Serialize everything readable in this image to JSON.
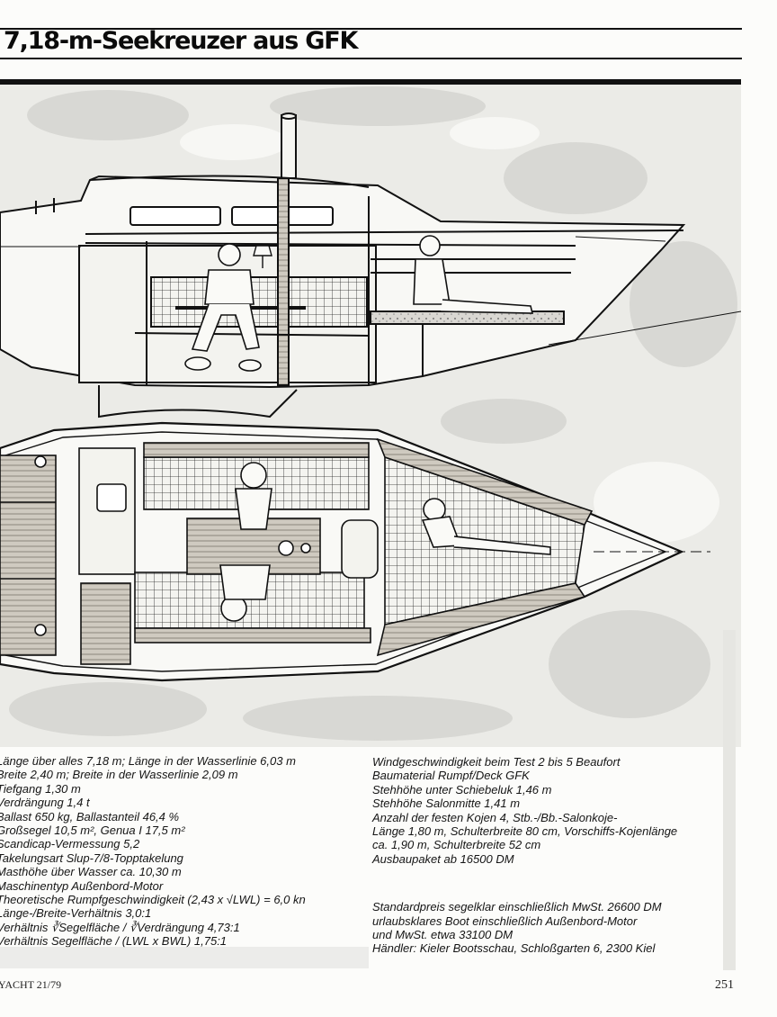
{
  "article": {
    "title": "7,18-m-Seekreuzer aus GFK"
  },
  "specs_left": [
    "Länge über alles 7,18 m; Länge in der Wasserlinie 6,03 m",
    "Breite 2,40 m; Breite in der Wasserlinie 2,09 m",
    "Tiefgang 1,30 m",
    "Verdrängung 1,4 t",
    "Ballast 650 kg, Ballastanteil 46,4 %",
    "Großsegel 10,5 m², Genua I 17,5 m²",
    "Scandicap-Vermessung 5,2",
    "Takelungsart Slup-7/8-Topptakelung",
    "Masthöhe über Wasser ca. 10,30 m",
    "Maschinentyp Außenbord-Motor",
    "Theoretische Rumpfgeschwindigkeit (2,43 x √LWL) = 6,0 kn",
    "Länge-/Breite-Verhältnis 3,0:1",
    "Verhältnis ∛Segelfläche / ∛Verdrängung 4,73:1",
    "Verhältnis Segelfläche / (LWL x BWL) 1,75:1"
  ],
  "specs_right": [
    "Windgeschwindigkeit beim Test 2 bis 5 Beaufort",
    "Baumaterial Rumpf/Deck GFK",
    "Stehhöhe unter Schiebeluk 1,46 m",
    "Stehhöhe Salonmitte 1,41 m",
    "Anzahl der festen Kojen 4, Stb.-/Bb.-Salonkoje-",
    "Länge 1,80 m, Schulterbreite 80 cm, Vorschiffs-Kojenlänge",
    "ca. 1,90 m, Schulterbreite 52 cm",
    "Ausbaupaket ab 16500 DM"
  ],
  "price_block": [
    "Standardpreis segelklar einschließlich MwSt. 26600 DM",
    "urlaubsklares Boot einschließlich Außenbord-Motor",
    "und MwSt. etwa 33100 DM",
    "Händler: Kieler Bootsschau, Schloßgarten 6, 2300 Kiel"
  ],
  "footer": {
    "issue": "YACHT 21/79",
    "page_number": "251"
  },
  "colors": {
    "ink": "#111111",
    "paper": "#fcfcfa",
    "shade": "#e6e6e2"
  }
}
